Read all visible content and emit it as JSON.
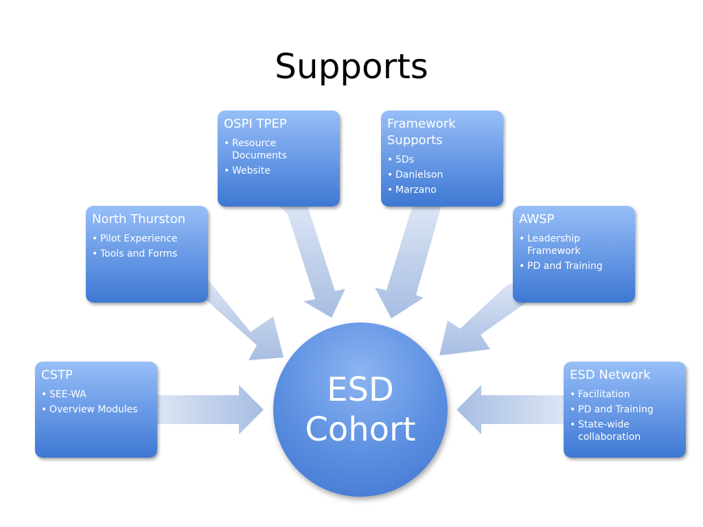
{
  "title": "Supports",
  "center": {
    "label": "ESD Cohort"
  },
  "nodes": [
    {
      "heading": "OSPI TPEP",
      "items": [
        "Resource Documents",
        "Website"
      ]
    },
    {
      "heading": "Framework Supports",
      "items": [
        "5Ds",
        "Danielson",
        "Marzano"
      ]
    },
    {
      "heading": "North Thurston",
      "items": [
        "Pilot Experience",
        "Tools and Forms"
      ]
    },
    {
      "heading": "AWSP",
      "items": [
        "Leadership Framework",
        "PD and Training"
      ]
    },
    {
      "heading": "CSTP",
      "items": [
        "SEE-WA",
        "Overview Modules"
      ]
    },
    {
      "heading": "ESD Network",
      "items": [
        "Facilitation",
        "PD and Training",
        "State-wide collaboration"
      ]
    }
  ],
  "colors": {
    "box_top": "#97bff7",
    "box_bottom": "#3e78d3",
    "arrow_start": "#dbe5f4",
    "arrow_end": "#a7bde2",
    "text": "#ffffff"
  }
}
